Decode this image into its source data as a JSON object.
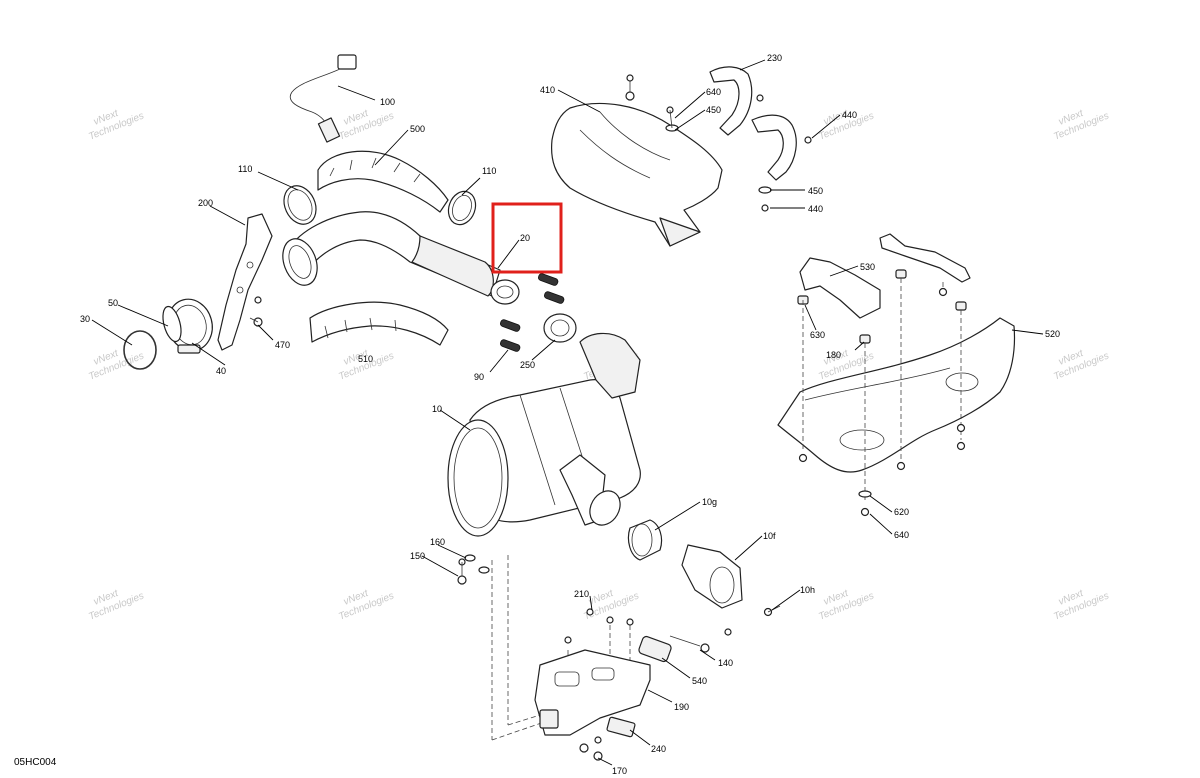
{
  "diagram": {
    "code": "05HC004",
    "watermark_line1": "vNext",
    "watermark_line2": "Technologies",
    "highlight_color": "#e0201b",
    "highlighted_callout": "20",
    "callouts": {
      "c100": "100",
      "c500": "500",
      "c110a": "110",
      "c110b": "110",
      "c200": "200",
      "c20": "20",
      "c50": "50",
      "c30": "30",
      "c40": "40",
      "c470": "470",
      "c510": "510",
      "c90": "90",
      "c250": "250",
      "c410": "410",
      "c640a": "640",
      "c450a": "450",
      "c230": "230",
      "c440a": "440",
      "c450b": "450",
      "c440b": "440",
      "c530": "530",
      "c630": "630",
      "c180": "180",
      "c520": "520",
      "c620": "620",
      "c640b": "640",
      "c10": "10",
      "c10g": "10g",
      "c10f": "10f",
      "c10h": "10h",
      "c160": "160",
      "c150": "150",
      "c210": "210",
      "c140": "140",
      "c540": "540",
      "c190": "190",
      "c240": "240",
      "c170": "170"
    }
  }
}
